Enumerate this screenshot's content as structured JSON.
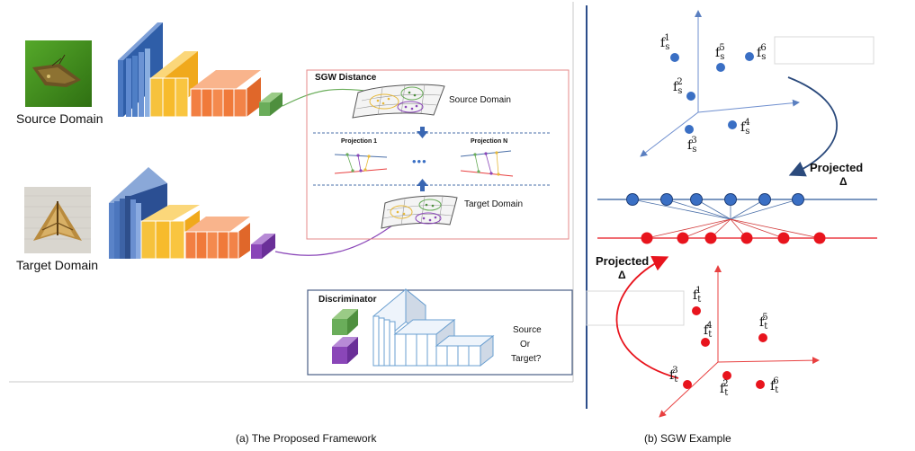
{
  "panel_a": {
    "source_domain_label": "Source Domain",
    "target_domain_label": "Target Domain",
    "sgw_box_title": "SGW Distance",
    "sgw_source_label": "Source Domain",
    "sgw_target_label": "Target Domain",
    "projection_1": "Projection 1",
    "projection_n": "Projection N",
    "ellipsis": "•••",
    "discriminator_title": "Discriminator",
    "disc_q1": "Source",
    "disc_q2": "Or",
    "disc_q3": "Target?",
    "caption": "(a) The Proposed Framework"
  },
  "panel_b": {
    "projected_top_1": "Projected",
    "projected_top_2": "Δ",
    "projected_bottom_1": "Projected",
    "projected_bottom_2": "Δ",
    "f": "f",
    "s": "s",
    "t": "t",
    "n1": "1",
    "n2": "2",
    "n3": "3",
    "n4": "4",
    "n5": "5",
    "n6": "6",
    "caption": "(b) SGW Example"
  },
  "colors": {
    "blue_point": "#3a6fc4",
    "red_point": "#e8141d",
    "conv_blue": "#4f7fc6",
    "conv_yellow": "#f7bb2c",
    "conv_orange": "#f07a3a",
    "feat_green": "#6aad5a",
    "feat_purple": "#8a46b8",
    "sgw_box_border": "#e58a8a",
    "disc_box_border": "#4a5f86",
    "divider": "#2c4d8a"
  }
}
